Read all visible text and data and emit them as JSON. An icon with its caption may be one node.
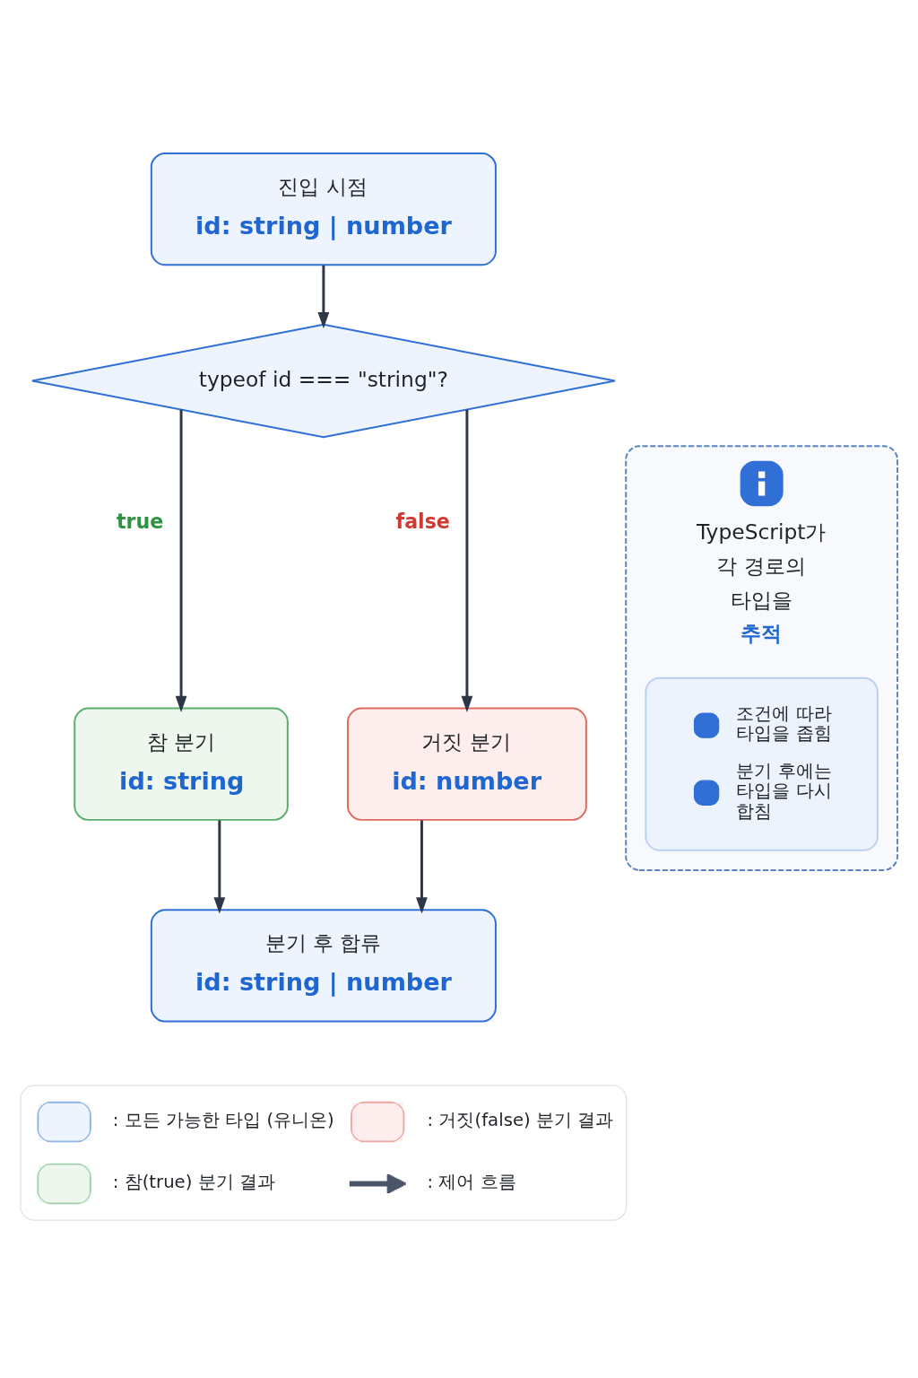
{
  "diagram": {
    "nodes": [
      {
        "text": [
          "진입 시점",
          "id: string | number"
        ]
      },
      {
        "text": [
          "typeof id === \"string\"?"
        ]
      },
      {
        "text": [
          "참 분기",
          "id: string"
        ]
      },
      {
        "text": [
          "거짓 분기",
          "id: number"
        ]
      },
      {
        "text": [
          "분기 후 합류",
          "id: string | number"
        ]
      },
      {
        "text": [
          "TypeScript가 각 경로의 타입을 추적"
        ]
      },
      {
        "text": [
          "조건에 따라 타입을 좁힘",
          "분기 후에는 타입을 다시 합침"
        ],
        "in": 5
      }
    ],
    "edges": [
      {
        "from": 0,
        "to": 1,
        "arrow": "to"
      },
      {
        "from": 1,
        "to": 2,
        "arrow": "to",
        "label": "true"
      },
      {
        "from": 1,
        "to": 3,
        "arrow": "to",
        "label": "false"
      },
      {
        "from": 2,
        "to": 4,
        "arrow": "to"
      },
      {
        "from": 3,
        "to": 4,
        "arrow": "to"
      }
    ],
    "legend": [
      {
        "text": ": 모든 가능한 타입 (유니온)",
        "color": "#eef4fd"
      },
      {
        "text": ": 거짓(false) 분기 결과",
        "color": "#fdeeed"
      },
      {
        "text": ": 참(true) 분기 결과",
        "color": "#edf7ee"
      },
      {
        "text": ": 제어 흐름"
      }
    ]
  }
}
